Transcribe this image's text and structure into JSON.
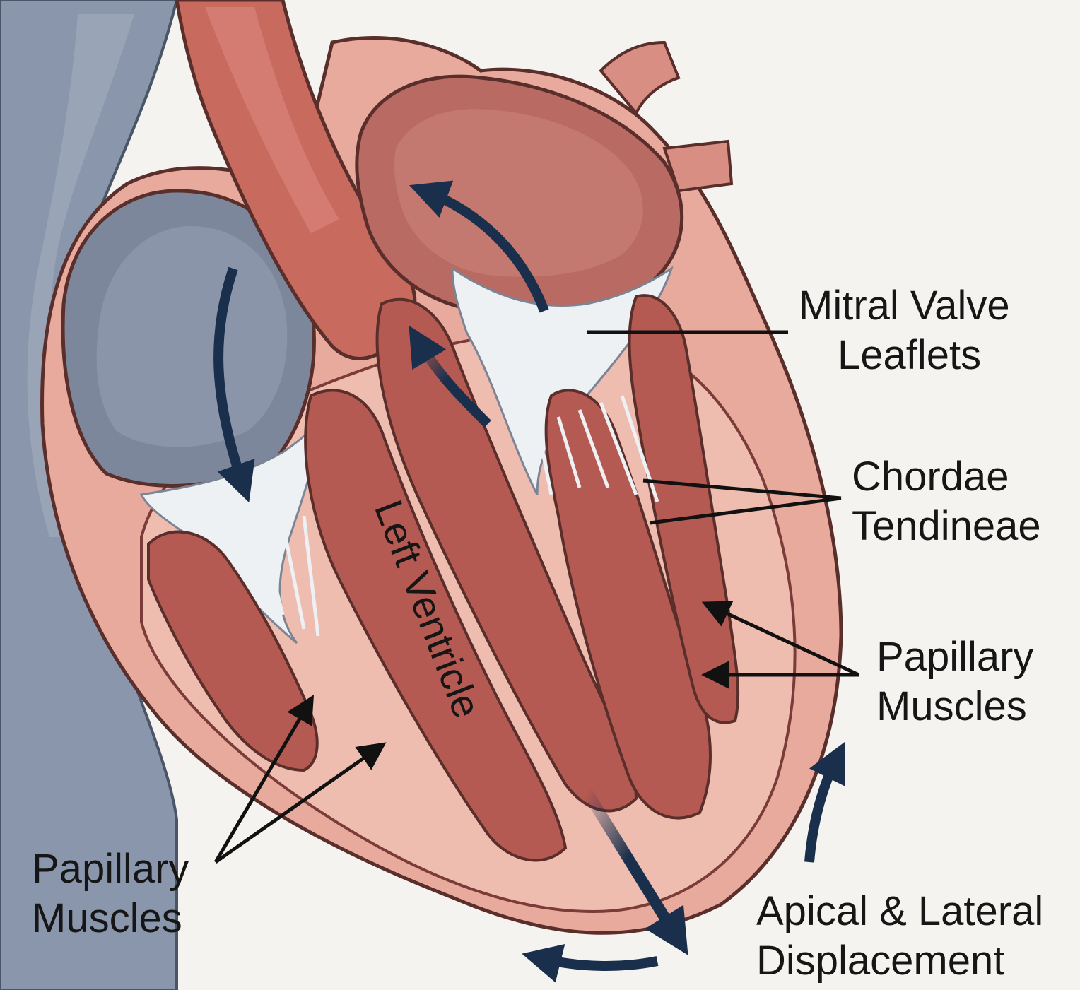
{
  "labels": {
    "mitral_valve": [
      "Mitral Valve",
      "Leaflets"
    ],
    "chordae": [
      "Chordae",
      "Tendineae"
    ],
    "papillary_right": [
      "Papillary",
      "Muscles"
    ],
    "papillary_left": [
      "Papillary",
      "Muscles"
    ],
    "displacement": [
      "Apical & Lateral",
      "Displacement"
    ],
    "left_ventricle": "Left Ventricle"
  },
  "colors": {
    "background": "#f4f3ef",
    "muscle_light": "#e8aa9c",
    "muscle_dark": "#b55a52",
    "vessel_blue": "#8a96ab",
    "chamber_blue": "#7d879c",
    "valve_white": "#eef1f4",
    "arrow_navy": "#1a2f4c",
    "outline": "#5a2e2b"
  }
}
